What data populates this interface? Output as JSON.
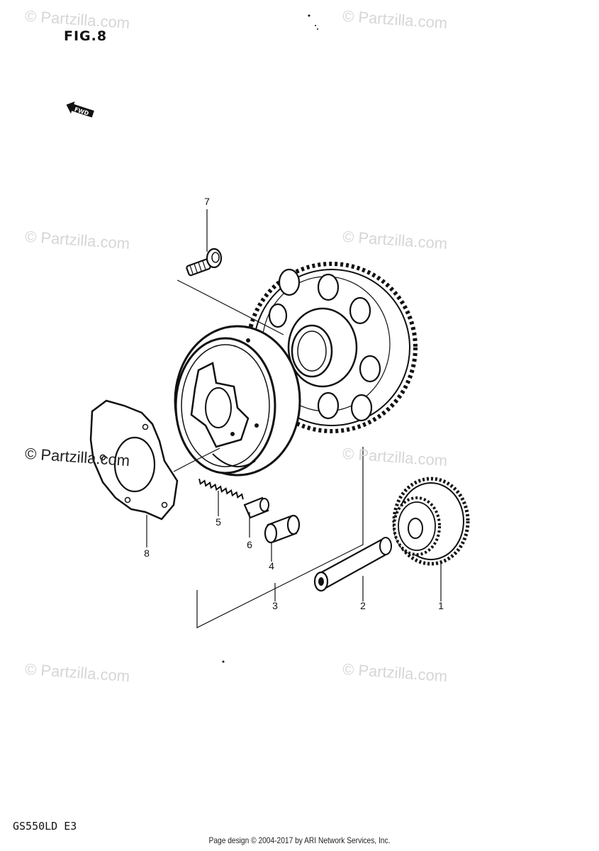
{
  "figure": {
    "title": "FIG.8",
    "direction_tag": "FWD"
  },
  "model": "GS550LD E3",
  "footer": "Page design © 2004-2017 by ARI Network Services, Inc.",
  "watermark": {
    "text": "© Partzilla.com"
  },
  "callouts": [
    "1",
    "2",
    "3",
    "4",
    "5",
    "6",
    "7",
    "8"
  ],
  "parts": [
    {
      "ref": "1",
      "name": "starter idle gear"
    },
    {
      "ref": "2",
      "name": "shaft"
    },
    {
      "ref": "3",
      "name": "starter clutch assembly"
    },
    {
      "ref": "4",
      "name": "roller"
    },
    {
      "ref": "5",
      "name": "spring"
    },
    {
      "ref": "6",
      "name": "pusher"
    },
    {
      "ref": "7",
      "name": "bolt"
    },
    {
      "ref": "8",
      "name": "washer plate"
    }
  ]
}
